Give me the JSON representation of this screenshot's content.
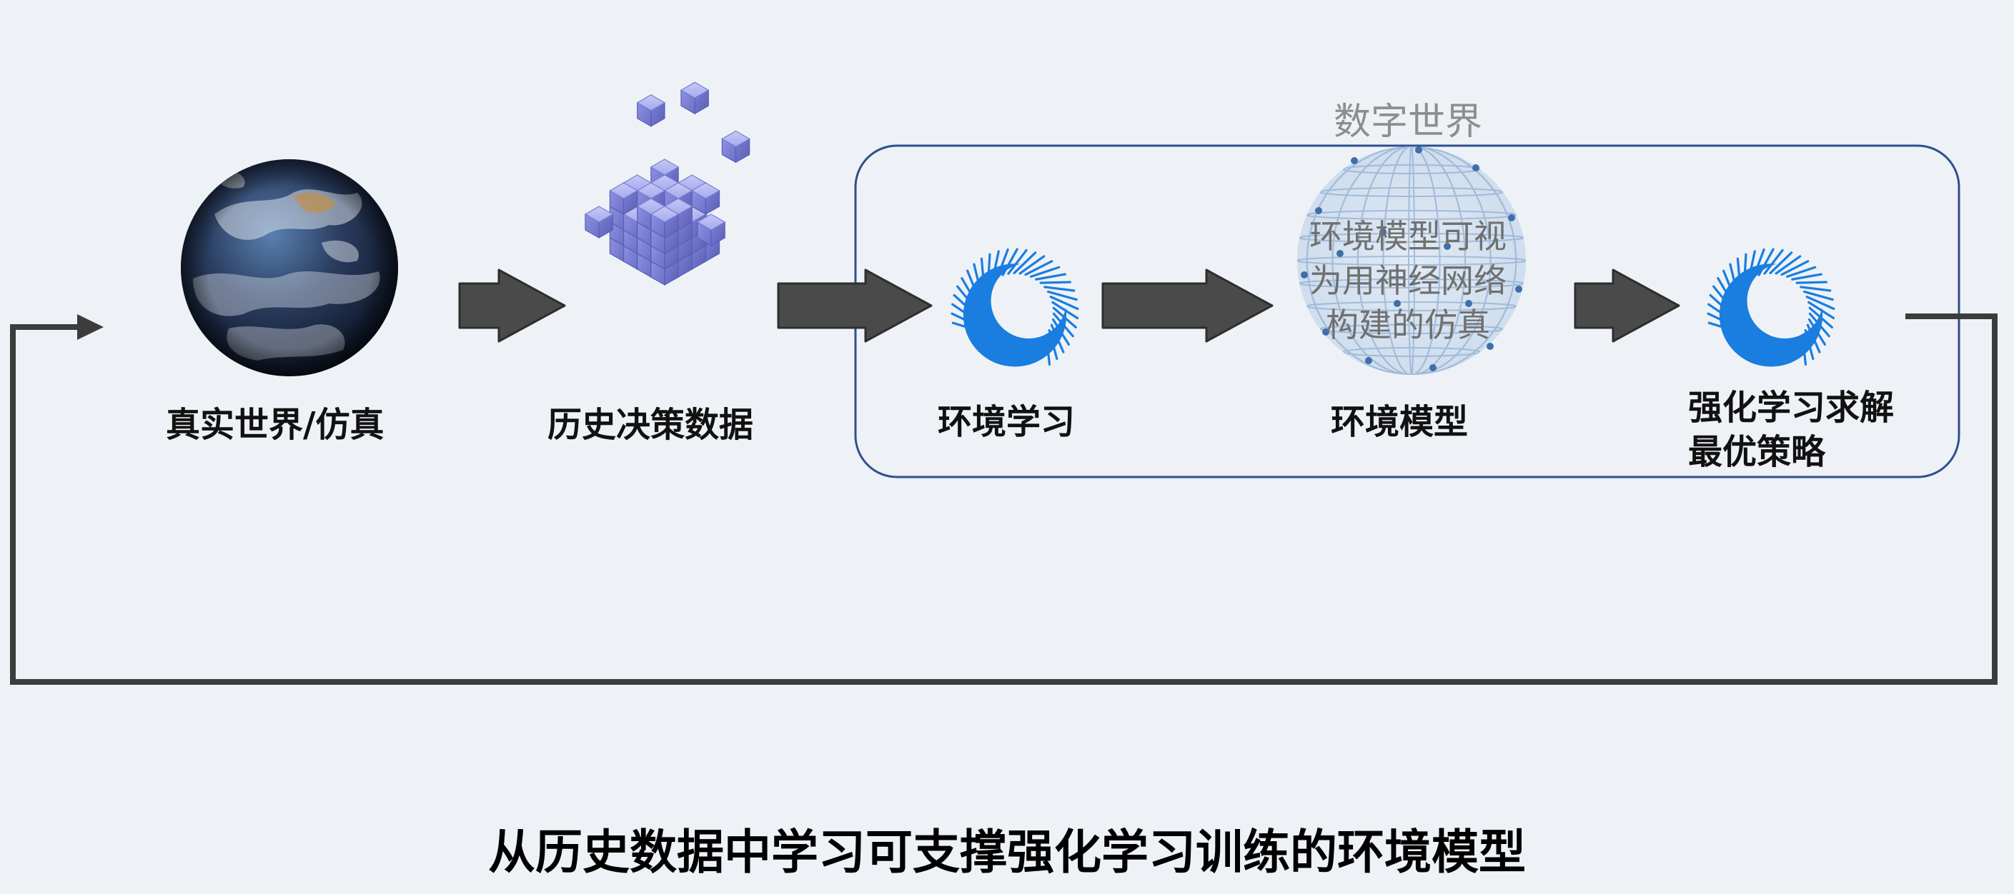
{
  "stages": [
    {
      "label": "真实世界/仿真"
    },
    {
      "label": "历史决策数据"
    },
    {
      "label": "环境学习"
    },
    {
      "label": "环境模型"
    },
    {
      "label_lines": [
        "强化学习求解",
        "最优策略"
      ]
    }
  ],
  "digital_world_region": {
    "title": "数字世界"
  },
  "env_model_overlay": {
    "lines": [
      "环境模型可视",
      "为用神经网络",
      "构建的仿真"
    ]
  },
  "caption": "从历史数据中学习可支撑强化学习训练的环境模型",
  "colors": {
    "background": "#eef2f6",
    "arrow": "#4a4a4a",
    "region_border": "#2f4f8f",
    "logo_blue": "#1a7de0",
    "cube_purple": "#8b8fdd"
  },
  "icons": [
    "earth-globe-icon",
    "data-cube-icon",
    "learning-logo-icon",
    "network-globe-icon",
    "rl-logo-icon"
  ]
}
